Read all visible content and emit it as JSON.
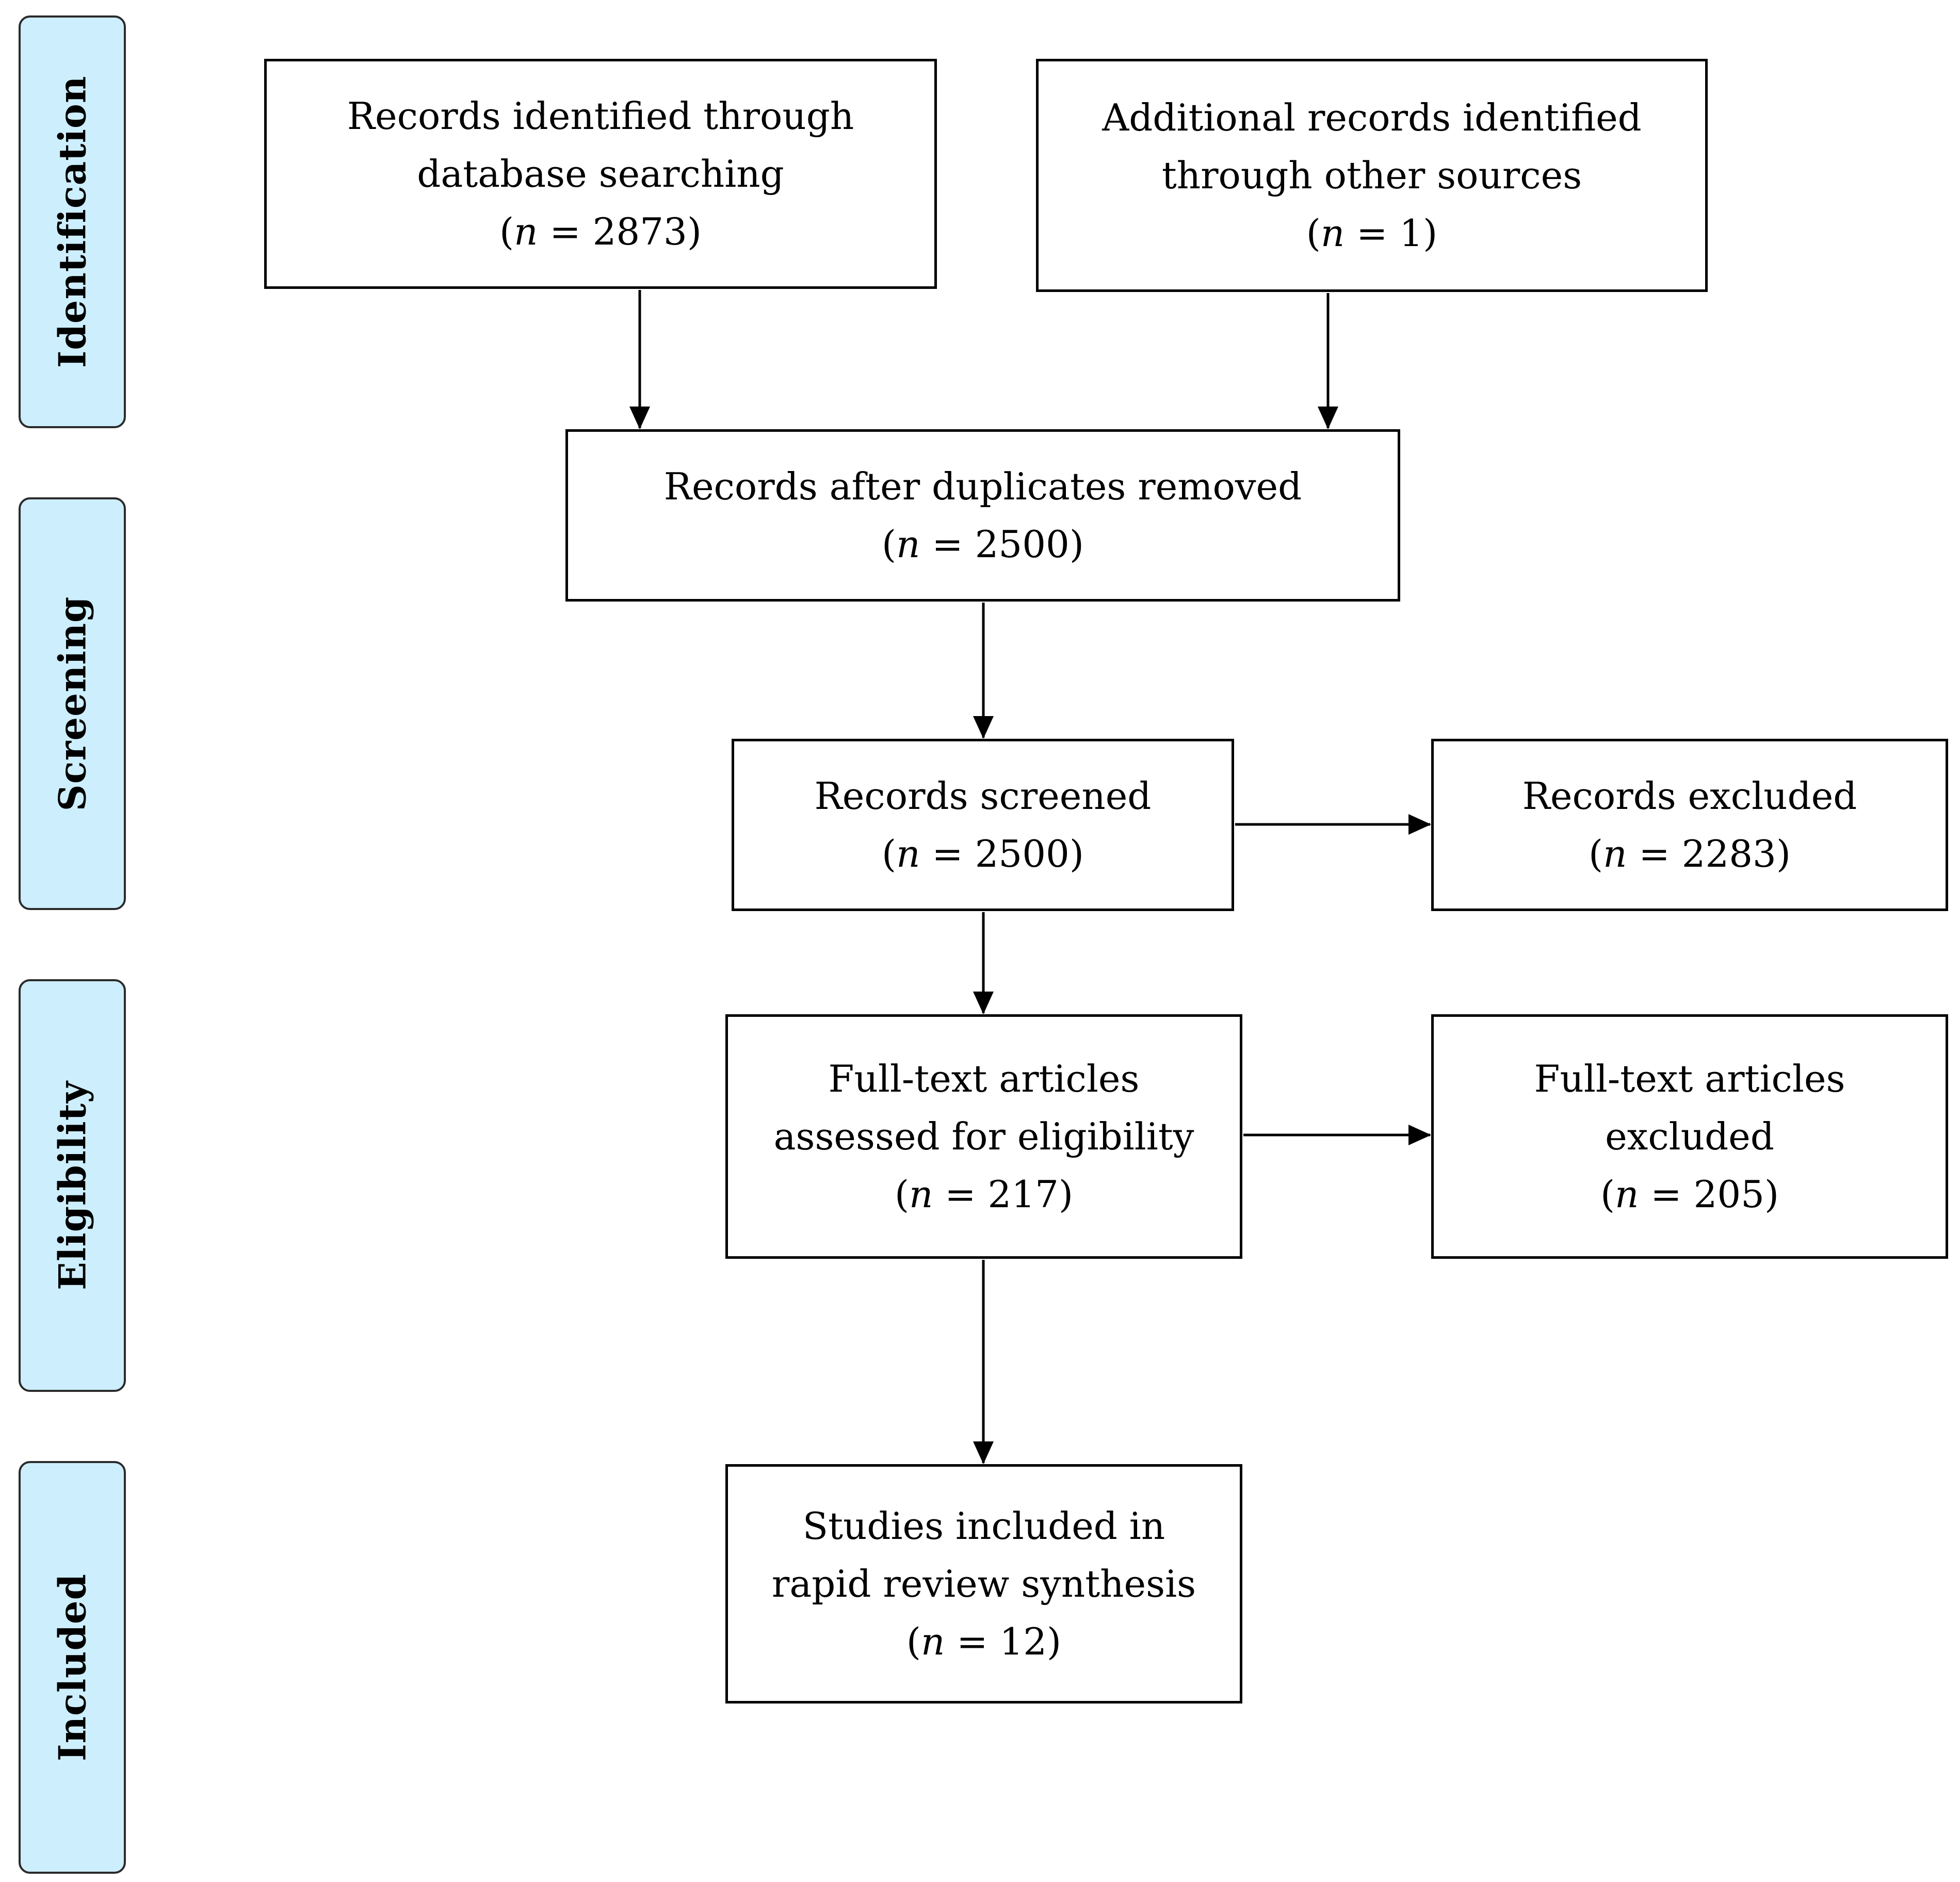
{
  "phases": {
    "identification": "Identification",
    "screening": "Screening",
    "eligibility": "Eligibility",
    "included": "Included"
  },
  "boxes": {
    "database_search": {
      "line1": "Records identified through",
      "line2": "database searching",
      "n_open": "(",
      "n_symbol": "n",
      "n_value": " = 2873)"
    },
    "other_sources": {
      "line1": "Additional records identified",
      "line2": "through other sources",
      "n_open": "(",
      "n_symbol": "n",
      "n_value": " = 1)"
    },
    "after_duplicates": {
      "line1": "Records after duplicates removed",
      "n_open": "(",
      "n_symbol": "n",
      "n_value": " = 2500)"
    },
    "screened": {
      "line1": "Records screened",
      "n_open": "(",
      "n_symbol": "n",
      "n_value": " = 2500)"
    },
    "excluded": {
      "line1": "Records excluded",
      "n_open": "(",
      "n_symbol": "n",
      "n_value": " = 2283)"
    },
    "fulltext_assessed": {
      "line1": "Full-text articles",
      "line2": "assessed for eligibility",
      "n_open": "(",
      "n_symbol": "n",
      "n_value": " = 217)"
    },
    "fulltext_excluded": {
      "line1": "Full-text articles",
      "line2": "excluded",
      "n_open": "(",
      "n_symbol": "n",
      "n_value": " = 205)"
    },
    "included_studies": {
      "line1": "Studies included in",
      "line2": "rapid review synthesis",
      "n_open": "(",
      "n_symbol": "n",
      "n_value": " = 12)"
    }
  },
  "colors": {
    "phase_fill": "#cdeefc",
    "phase_border": "#2b2b2b",
    "box_border": "#000000",
    "arrow": "#000000"
  }
}
